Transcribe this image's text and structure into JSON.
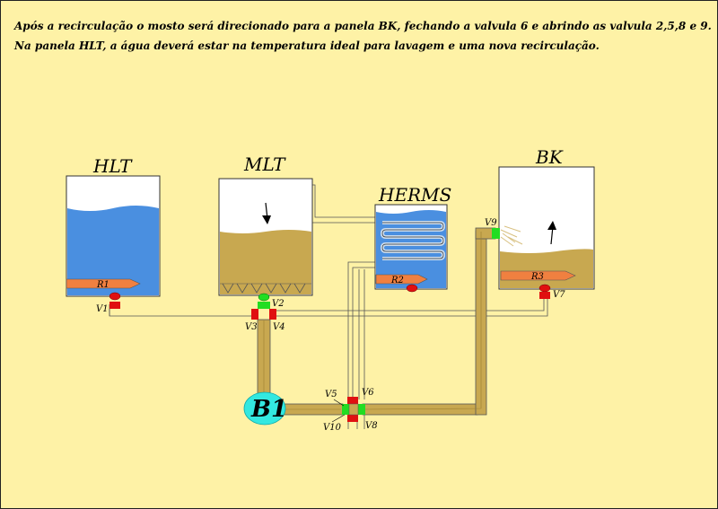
{
  "caption": {
    "line1": "Após a recirculação o mosto será direcionado para a panela BK, fechando a valvula 6 e abrindo  as valvula 2,5,8 e 9.",
    "line2": "Na panela HLT, a água deverá estar na temperatura ideal para lavagem e uma nova recirculação."
  },
  "tanks": {
    "hlt": "HLT",
    "mlt": "MLT",
    "herms": "HERMS",
    "bk": "BK"
  },
  "resistors": {
    "r1": "R1",
    "r2": "R2",
    "r3": "R3"
  },
  "pump": "B1",
  "valves": {
    "v1": "V1",
    "v2": "V2",
    "v3": "V3",
    "v4": "V4",
    "v5": "V5",
    "v6": "V6",
    "v7": "V7",
    "v8": "V8",
    "v9": "V9",
    "v10": "V10"
  },
  "colors": {
    "background": "#fef2a6",
    "water": "#4a8fe0",
    "wort": "#c8a850",
    "pipe_active": "#c8a850",
    "valve_open": "#22dd22",
    "valve_closed": "#e01010",
    "heater": "#f08040",
    "pump": "#33e8e0"
  },
  "valve_states": {
    "open": [
      "V2",
      "V5",
      "V8",
      "V9"
    ],
    "closed": [
      "V1",
      "V3",
      "V4",
      "V6",
      "V7",
      "V10"
    ]
  }
}
